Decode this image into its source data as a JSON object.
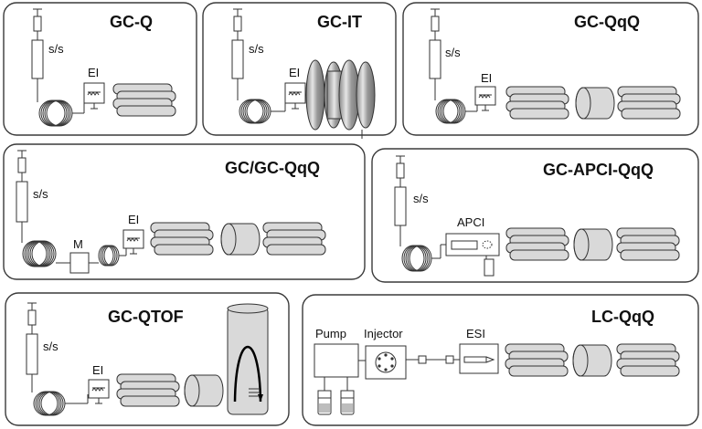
{
  "panels": [
    {
      "title": "GC-Q",
      "labels": {
        "ss": "s/s",
        "source": "EI"
      }
    },
    {
      "title": "GC-IT",
      "labels": {
        "ss": "s/s",
        "source": "EI"
      }
    },
    {
      "title": "GC-QqQ",
      "labels": {
        "ss": "s/s",
        "source": "EI"
      }
    },
    {
      "title": "GC/GC-QqQ",
      "labels": {
        "ss": "s/s",
        "source": "EI",
        "modulator": "M"
      }
    },
    {
      "title": "GC-APCI-QqQ",
      "labels": {
        "ss": "s/s",
        "source": "APCI"
      }
    },
    {
      "title": "GC-QTOF",
      "labels": {
        "ss": "s/s",
        "source": "EI"
      }
    },
    {
      "title": "LC-QqQ",
      "labels": {
        "pump": "Pump",
        "injector": "Injector",
        "source": "ESI"
      }
    }
  ],
  "colors": {
    "rod": "#d9d9d9",
    "border": "#3a3a3a",
    "ion_trap": "#b8b8b8"
  }
}
